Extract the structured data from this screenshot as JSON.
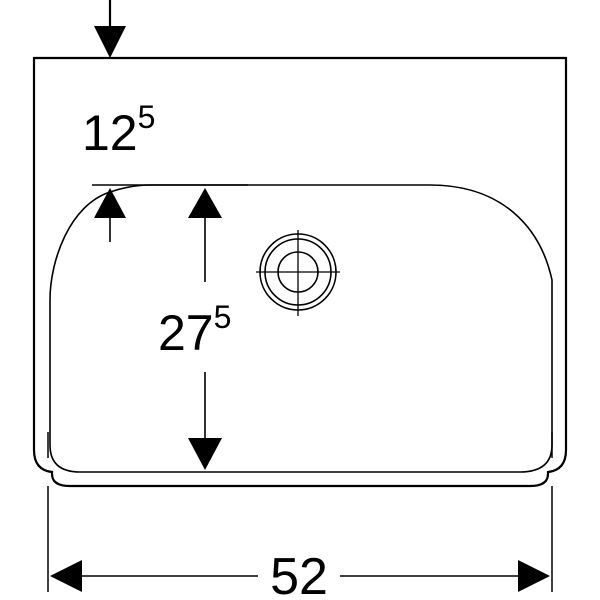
{
  "dimensions": {
    "rim_depth": {
      "main": "12",
      "sup": "5"
    },
    "bowl_depth": {
      "main": "27",
      "sup": "5"
    },
    "width": {
      "main": "52"
    }
  },
  "colors": {
    "line": "#000000",
    "background": "#ffffff"
  }
}
